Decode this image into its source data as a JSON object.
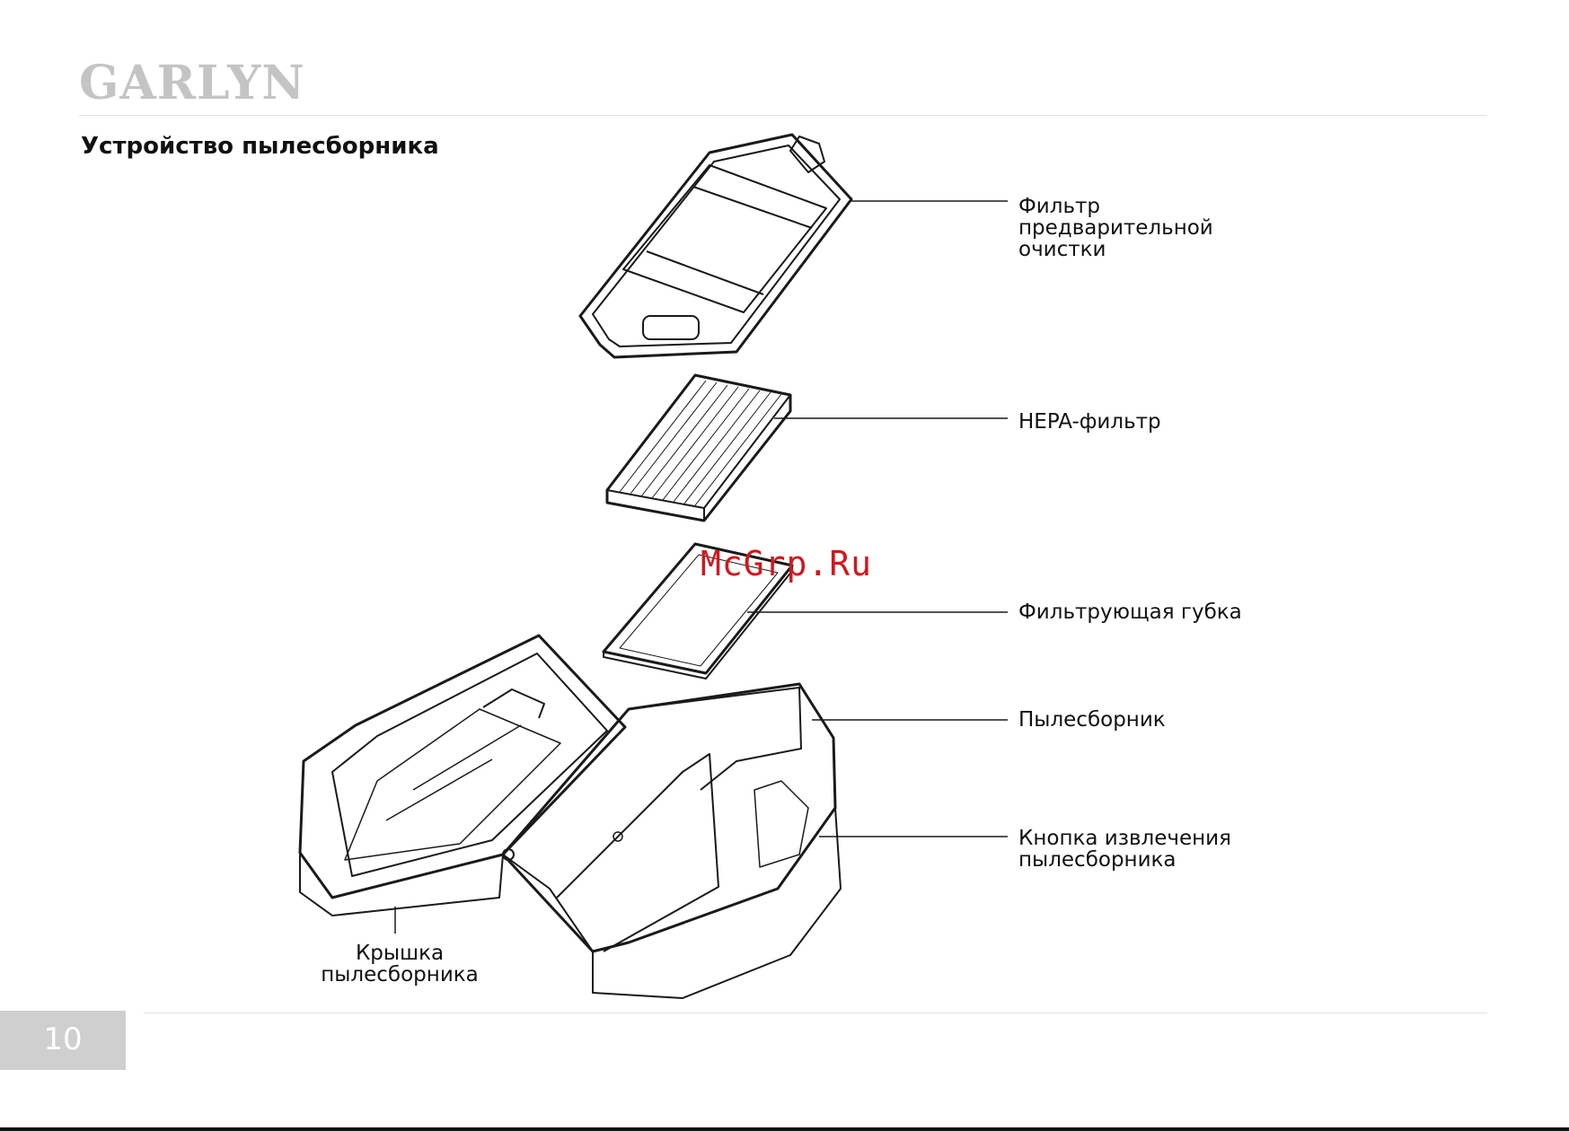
{
  "header": {
    "brand": "GARLYN"
  },
  "page_title": "Устройство пылесборника",
  "labels": {
    "prefilter": [
      "Фильтр",
      "предварительной",
      "очистки"
    ],
    "hepa": "HEPA-фильтр",
    "sponge": "Фильтрующая губка",
    "dustbin": "Пылесборник",
    "release_button": [
      "Кнопка извлечения",
      "пылесборника"
    ],
    "lid": [
      "Крышка",
      "пылесборника"
    ]
  },
  "watermark": "McGrp.Ru",
  "footer": {
    "page_number": "10"
  },
  "colors": {
    "line": "#1a1a1a",
    "logo": "#c4c4c4",
    "watermark": "#d0181e",
    "page_box": "#cfcfcf"
  }
}
